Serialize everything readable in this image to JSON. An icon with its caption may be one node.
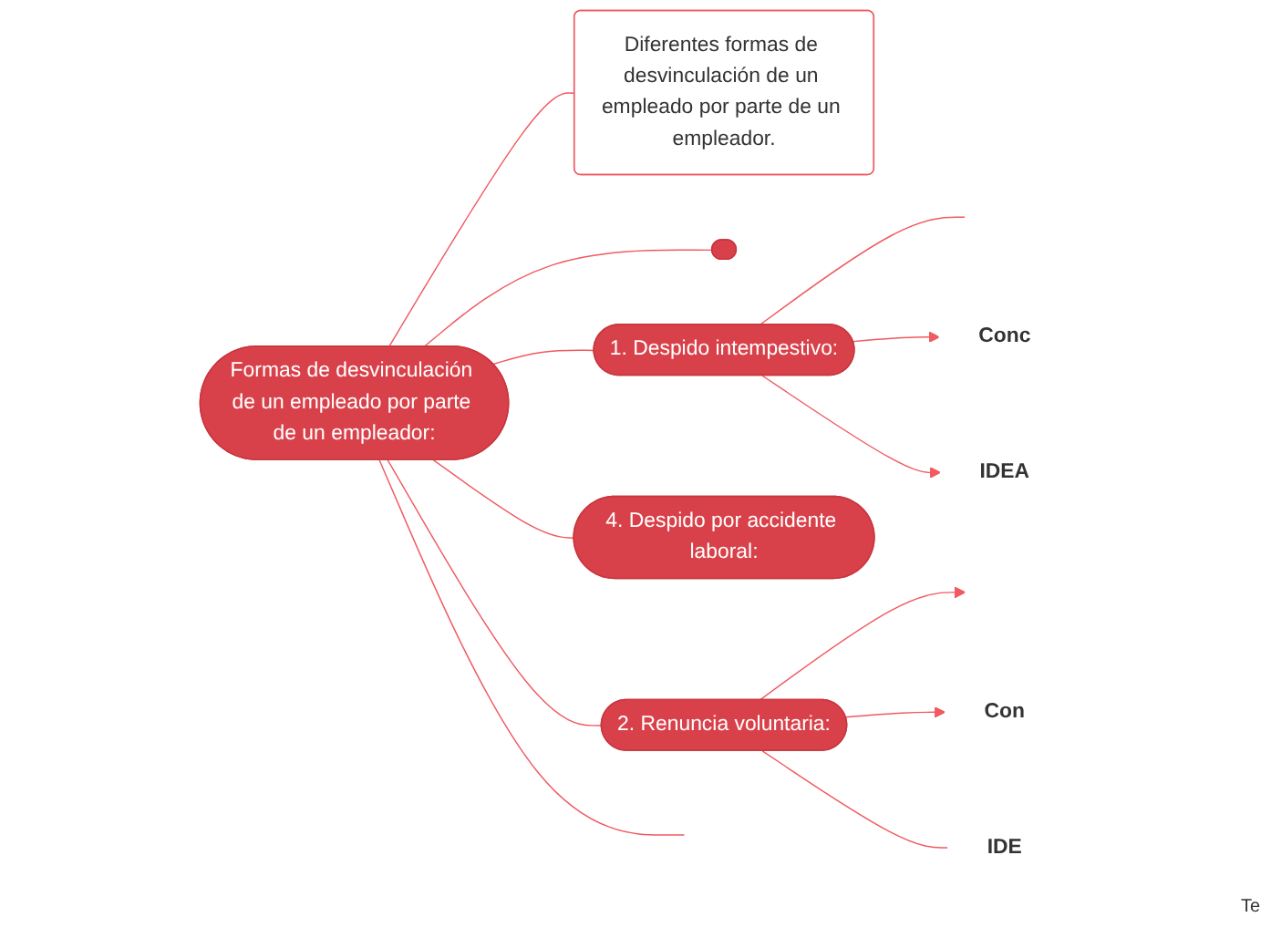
{
  "diagram": {
    "nodes": [
      {
        "text": [
          "Formas de desvinculación de un empleado por parte de un empleador:"
        ]
      },
      {
        "text": [
          "Diferentes formas de desvinculación de un empleado por parte de un empleador."
        ]
      },
      {
        "text": [],
        "shape": "box"
      },
      {
        "text": [
          "1. Despido intempestivo:"
        ]
      },
      {
        "text": [
          "Conc"
        ]
      },
      {
        "text": [
          "IDEA"
        ]
      },
      {
        "text": [
          "4. Despido por accidente laboral:"
        ]
      },
      {
        "text": [
          "2. Renuncia voluntaria:"
        ]
      },
      {
        "text": [
          "Con"
        ]
      },
      {
        "text": [
          "IDE"
        ]
      }
    ],
    "edges": [
      {
        "from": 0,
        "to": 2,
        "arrow": "none"
      },
      {
        "from": 0,
        "to": 3,
        "arrow": "none"
      },
      {
        "from": 3,
        "to": null,
        "arrow": "none"
      },
      {
        "from": 3,
        "to": 4,
        "arrow": "to"
      },
      {
        "from": 3,
        "to": 5,
        "arrow": "to"
      },
      {
        "from": 0,
        "to": 1,
        "arrow": "none"
      },
      {
        "from": 0,
        "to": 6,
        "arrow": "none"
      },
      {
        "from": 0,
        "to": 7,
        "arrow": "none"
      },
      {
        "from": 7,
        "to": null,
        "arrow": "to"
      },
      {
        "from": 7,
        "to": 8,
        "arrow": "to"
      },
      {
        "from": 7,
        "to": 9,
        "arrow": "none"
      },
      {
        "from": 0,
        "to": null,
        "arrow": "none"
      }
    ],
    "labels": [
      "Te"
    ]
  }
}
